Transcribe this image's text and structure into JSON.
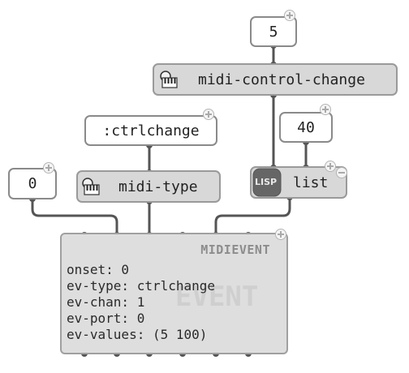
{
  "patch": {
    "value_5": "5",
    "value_ctrlchange": ":ctrlchange",
    "value_0": "0",
    "value_40": "40",
    "midi_control_change_label": "midi-control-change",
    "midi_type_label": "midi-type",
    "list_label": "list",
    "lisp_badge": "LISP",
    "midievent": {
      "title": "MIDIEVENT",
      "watermark": "EVENT",
      "slots": [
        "onset: 0",
        "ev-type: ctrlchange",
        "ev-chan: 1",
        "ev-port: 0",
        "ev-values: (5 100)"
      ]
    }
  },
  "icons": {
    "piano": "piano-keyboard-icon",
    "lisp": "lisp-function-icon",
    "add": "plus-icon",
    "remove": "minus-icon"
  },
  "colors": {
    "wire": "#555555",
    "box_fill": "#d8d8d8",
    "value_fill": "#ffffff",
    "border": "#8a8a8a",
    "lisp_badge": "#666666"
  }
}
